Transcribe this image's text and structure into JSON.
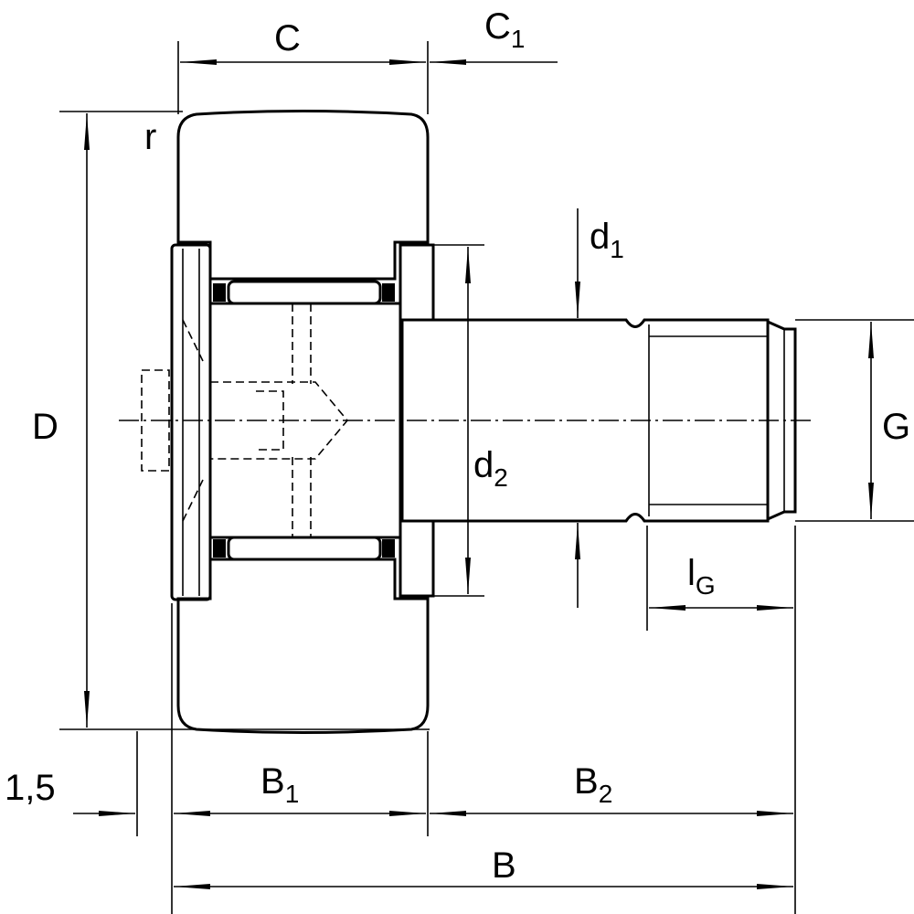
{
  "title": "Stud type track roller dimension drawing",
  "labels": {
    "C": "C",
    "C1": "C",
    "C1_sub": "1",
    "r": "r",
    "D": "D",
    "d1": "d",
    "d1_sub": "1",
    "d2": "d",
    "d2_sub": "2",
    "G": "G",
    "lG": "l",
    "lG_sub": "G",
    "offset": "1,5",
    "B1": "B",
    "B1_sub": "1",
    "B2": "B",
    "B2_sub": "2",
    "B": "B"
  },
  "colors": {
    "line": "#000000",
    "background": "#ffffff"
  }
}
